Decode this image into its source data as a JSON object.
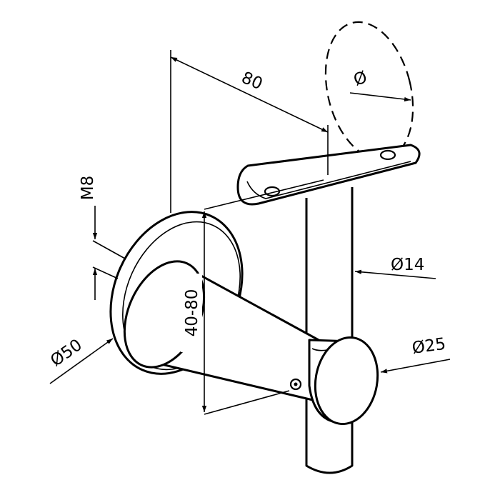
{
  "labels": {
    "length": "80",
    "bolt": "M8",
    "height": "40-80",
    "tube": "Ø14",
    "barrel": "Ø25",
    "rosette": "Ø50",
    "handrail": "Ø"
  },
  "colors": {
    "line": "#000000",
    "background": "#ffffff"
  }
}
